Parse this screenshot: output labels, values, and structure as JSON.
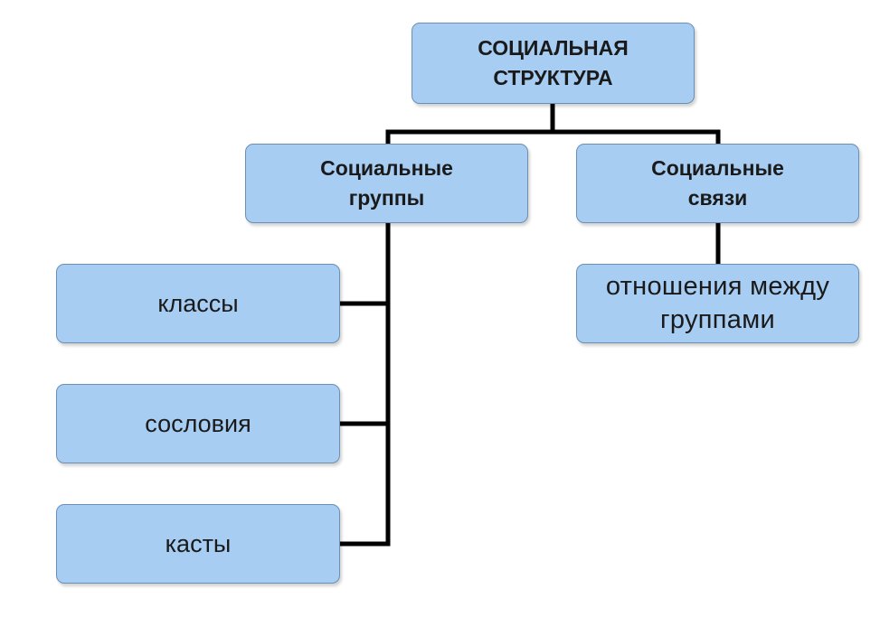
{
  "diagram": {
    "root": {
      "label": "СОЦИАЛЬНАЯ\nСТРУКТУРА"
    },
    "groups": {
      "label": "Социальные\nгруппы"
    },
    "links": {
      "label": "Социальные\nсвязи"
    },
    "classes": {
      "label": "классы"
    },
    "estates": {
      "label": "сословия"
    },
    "castes": {
      "label": "касты"
    },
    "relations": {
      "label": "отношения между\nгруппами"
    }
  },
  "colors": {
    "box_fill": "#a8cdf3",
    "box_border": "#6b8fb5",
    "connector": "#000000"
  }
}
